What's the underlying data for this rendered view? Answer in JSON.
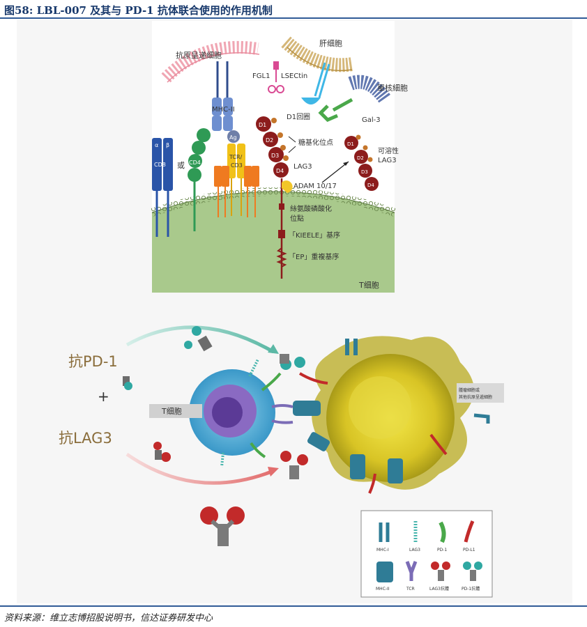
{
  "figure": {
    "title": "图58: LBL-007 及其与 PD-1 抗体联合使用的作用机制",
    "source": "资料来源：维立志博招股说明书，信达证券研发中心"
  },
  "top_diagram": {
    "apc_label": "抗原呈递细胞",
    "liver_label": "肝细胞",
    "fgl1": "FGL1",
    "lsectin": "LSECtin",
    "mononuclear_label": "單核細胞",
    "gal3": "Gal-3",
    "mhc2": "MHC-II",
    "ag": "Ag",
    "d1_loop": "D1回圈",
    "glyco_site": "糖基化位点",
    "lag3": "LAG3",
    "soluble_lag3": "可溶性\nLAG3",
    "soluble_line1": "可溶性",
    "soluble_line2": "LAG3",
    "adam": "ADAM 10/17",
    "serine_line1": "絲氨酸磷酸化",
    "serine_line2": "位點",
    "kieele": "「KIEELE」基序",
    "ep": "「EP」重複基序",
    "tcell": "T细胞",
    "cd8": "CD8",
    "alpha": "α",
    "beta": "β",
    "or": "或",
    "cd4": "CD4",
    "tcr_line1": "TCR/",
    "tcr_line2": "CD3",
    "d1": "D1",
    "d2": "D2",
    "d3": "D3",
    "d4": "D4"
  },
  "bottom_diagram": {
    "anti_pd1": "抗PD-1",
    "plus": "+",
    "anti_lag3": "抗LAG3",
    "tcell": "T细胞",
    "tumor_line1": "腫瘤細胞或",
    "tumor_line2": "其他抗原呈遞細胞",
    "legend": [
      {
        "label": "MHC-I"
      },
      {
        "label": "LAG3"
      },
      {
        "label": "PD-1"
      },
      {
        "label": "PD-L1"
      },
      {
        "label": "MHC-II"
      },
      {
        "label": "TCR"
      },
      {
        "label": "LAG3抗體"
      },
      {
        "label": "PD-1抗體"
      }
    ]
  }
}
